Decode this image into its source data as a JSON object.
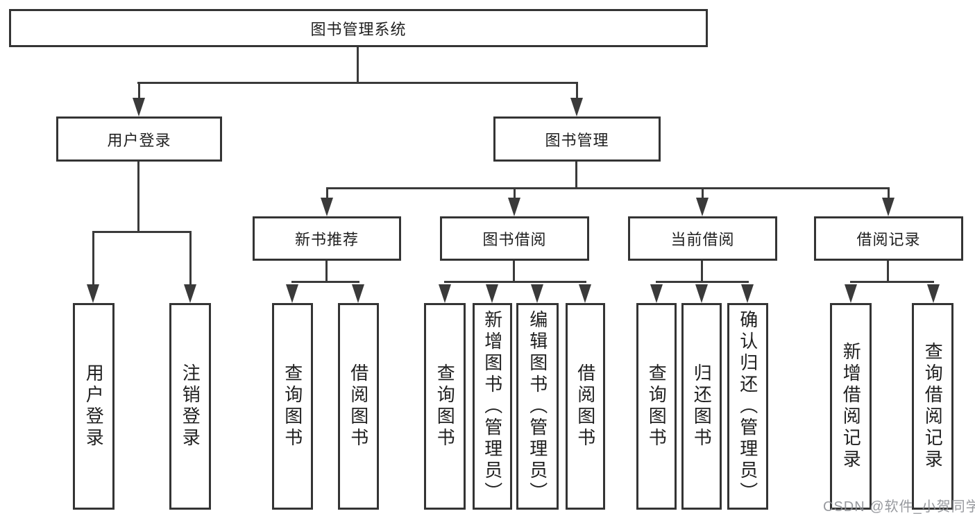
{
  "tree": {
    "root": {
      "label": "图书管理系统"
    },
    "user_login": {
      "label": "用户登录",
      "children": [
        {
          "label": "用户登录"
        },
        {
          "label": "注销登录"
        }
      ]
    },
    "book_mgmt": {
      "label": "图书管理",
      "children": [
        {
          "label": "新书推荐",
          "children": [
            {
              "label": "查询图书"
            },
            {
              "label": "借阅图书"
            }
          ]
        },
        {
          "label": "图书借阅",
          "children": [
            {
              "label": "查询图书"
            },
            {
              "label": "新增图书（管理员）"
            },
            {
              "label": "编辑图书（管理员）"
            },
            {
              "label": "借阅图书"
            }
          ]
        },
        {
          "label": "当前借阅",
          "children": [
            {
              "label": "查询图书"
            },
            {
              "label": "归还图书"
            },
            {
              "label": "确认归还（管理员）"
            }
          ]
        },
        {
          "label": "借阅记录",
          "children": [
            {
              "label": "新增借阅记录"
            },
            {
              "label": "查询借阅记录"
            }
          ]
        }
      ]
    }
  },
  "watermark": {
    "text": "CSDN @软件_小贺同学"
  },
  "colors": {
    "line": "#3a3a3a",
    "box_border": "#343434",
    "text": "#1f1f1f",
    "watermark": "#8c8e94",
    "background": "#ffffff"
  }
}
